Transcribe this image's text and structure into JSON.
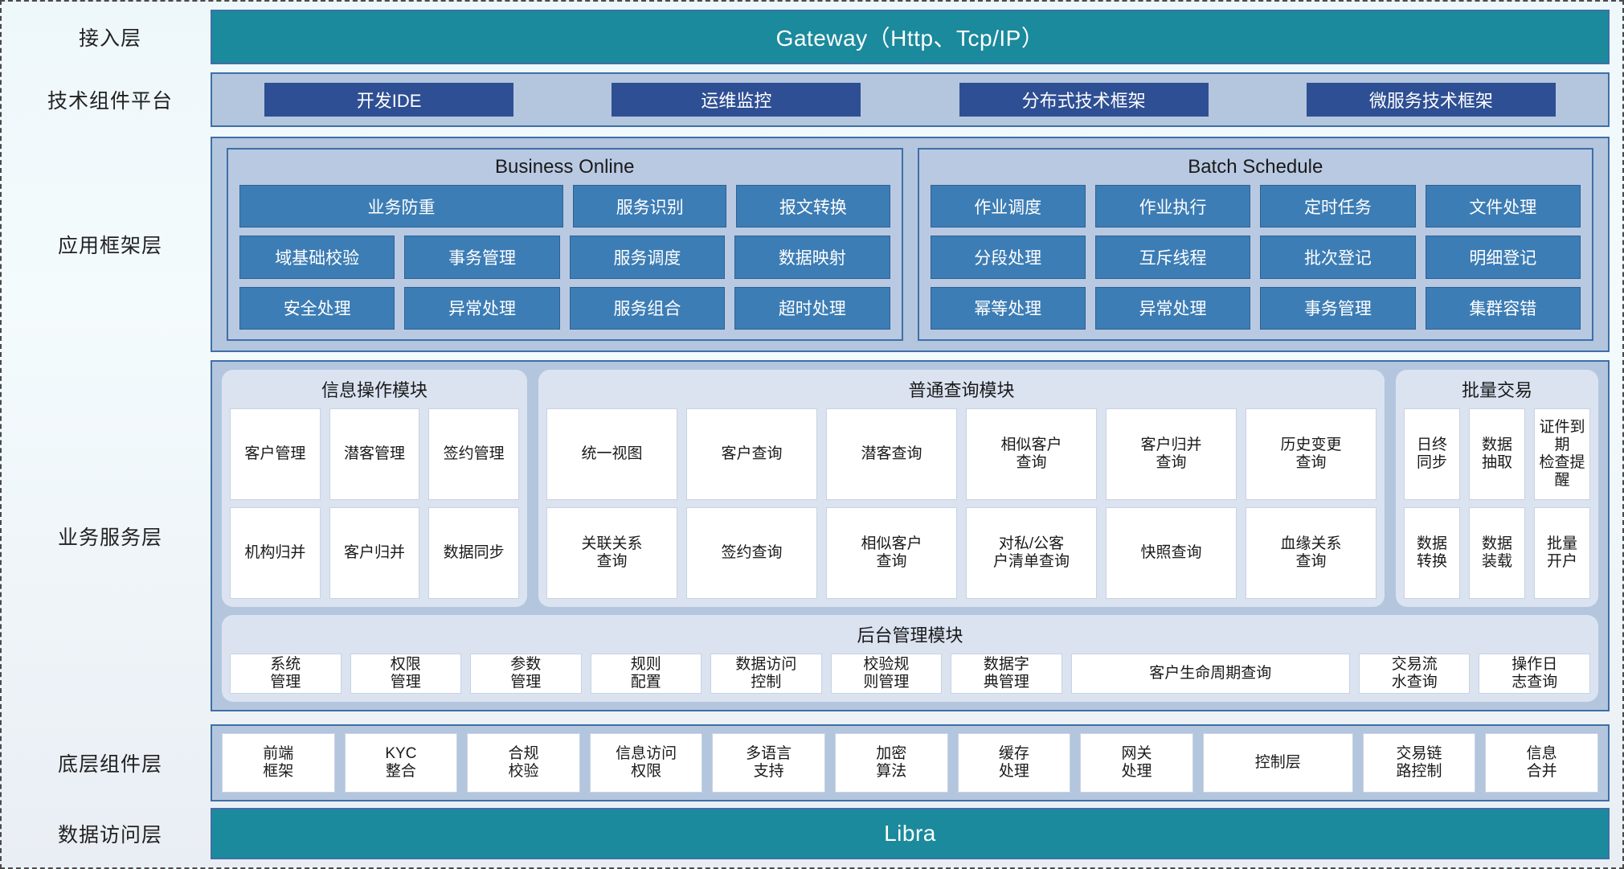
{
  "layers": {
    "access": {
      "label": "接入层",
      "banner": "Gateway（Http、Tcp/IP）"
    },
    "tech": {
      "label": "技术组件平台",
      "items": [
        "开发IDE",
        "运维监控",
        "分布式技术框架",
        "微服务技术框架"
      ]
    },
    "app": {
      "label": "应用框架层",
      "groups": [
        {
          "title": "Business Online",
          "rows": [
            [
              {
                "text": "业务防重",
                "span": 2
              },
              {
                "text": "服务识别"
              },
              {
                "text": "报文转换"
              }
            ],
            [
              {
                "text": "域基础校验"
              },
              {
                "text": "事务管理"
              },
              {
                "text": "服务调度"
              },
              {
                "text": "数据映射"
              }
            ],
            [
              {
                "text": "安全处理"
              },
              {
                "text": "异常处理"
              },
              {
                "text": "服务组合"
              },
              {
                "text": "超时处理"
              }
            ]
          ]
        },
        {
          "title": "Batch Schedule",
          "rows": [
            [
              {
                "text": "作业调度"
              },
              {
                "text": "作业执行"
              },
              {
                "text": "定时任务"
              },
              {
                "text": "文件处理"
              }
            ],
            [
              {
                "text": "分段处理"
              },
              {
                "text": "互斥线程"
              },
              {
                "text": "批次登记"
              },
              {
                "text": "明细登记"
              }
            ],
            [
              {
                "text": "幂等处理"
              },
              {
                "text": "异常处理"
              },
              {
                "text": "事务管理"
              },
              {
                "text": "集群容错"
              }
            ]
          ]
        }
      ]
    },
    "biz": {
      "label": "业务服务层",
      "modules": [
        {
          "id": "info",
          "title": "信息操作模块",
          "rows": [
            [
              "客户管理",
              "潜客管理",
              "签约管理"
            ],
            [
              "机构归并",
              "客户归并",
              "数据同步"
            ]
          ]
        },
        {
          "id": "query",
          "title": "普通查询模块",
          "rows": [
            [
              "统一视图",
              "客户查询",
              "潜客查询",
              "相似客户\n查询",
              "客户归并\n查询",
              "历史变更\n查询"
            ],
            [
              "关联关系\n查询",
              "签约查询",
              "相似客户\n查询",
              "对私/公客\n户清单查询",
              "快照查询",
              "血缘关系\n查询"
            ]
          ]
        },
        {
          "id": "batch",
          "title": "批量交易",
          "rows": [
            [
              "日终\n同步",
              "数据\n抽取",
              "证件到期\n检查提醒"
            ],
            [
              "数据\n转换",
              "数据\n装载",
              "批量\n开户"
            ]
          ]
        }
      ],
      "admin": {
        "title": "后台管理模块",
        "items": [
          {
            "text": "系统\n管理"
          },
          {
            "text": "权限\n管理"
          },
          {
            "text": "参数\n管理"
          },
          {
            "text": "规则\n配置"
          },
          {
            "text": "数据访问\n控制"
          },
          {
            "text": "校验规\n则管理"
          },
          {
            "text": "数据字\n典管理"
          },
          {
            "text": "客户生命周期查询",
            "wide": true
          },
          {
            "text": "交易流\n水查询"
          },
          {
            "text": "操作日\n志查询"
          }
        ]
      }
    },
    "base": {
      "label": "底层组件层",
      "items": [
        {
          "text": "前端\n框架"
        },
        {
          "text": "KYC\n整合"
        },
        {
          "text": "合规\n校验"
        },
        {
          "text": "信息访问\n权限"
        },
        {
          "text": "多语言\n支持"
        },
        {
          "text": "加密\n算法"
        },
        {
          "text": "缓存\n处理"
        },
        {
          "text": "网关\n处理"
        },
        {
          "text": "控制层",
          "wide": true
        },
        {
          "text": "交易链\n路控制"
        },
        {
          "text": "信息\n合并"
        }
      ]
    },
    "data": {
      "label": "数据访问层",
      "banner": "Libra"
    }
  },
  "colors": {
    "banner_teal": "#1b8a9c",
    "panel_blue": "#b3c6de",
    "chip_navy": "#2e4f93",
    "cell_blue": "#3d7db5",
    "module_bg": "#dbe3f1",
    "border": "#3f6fa8"
  }
}
